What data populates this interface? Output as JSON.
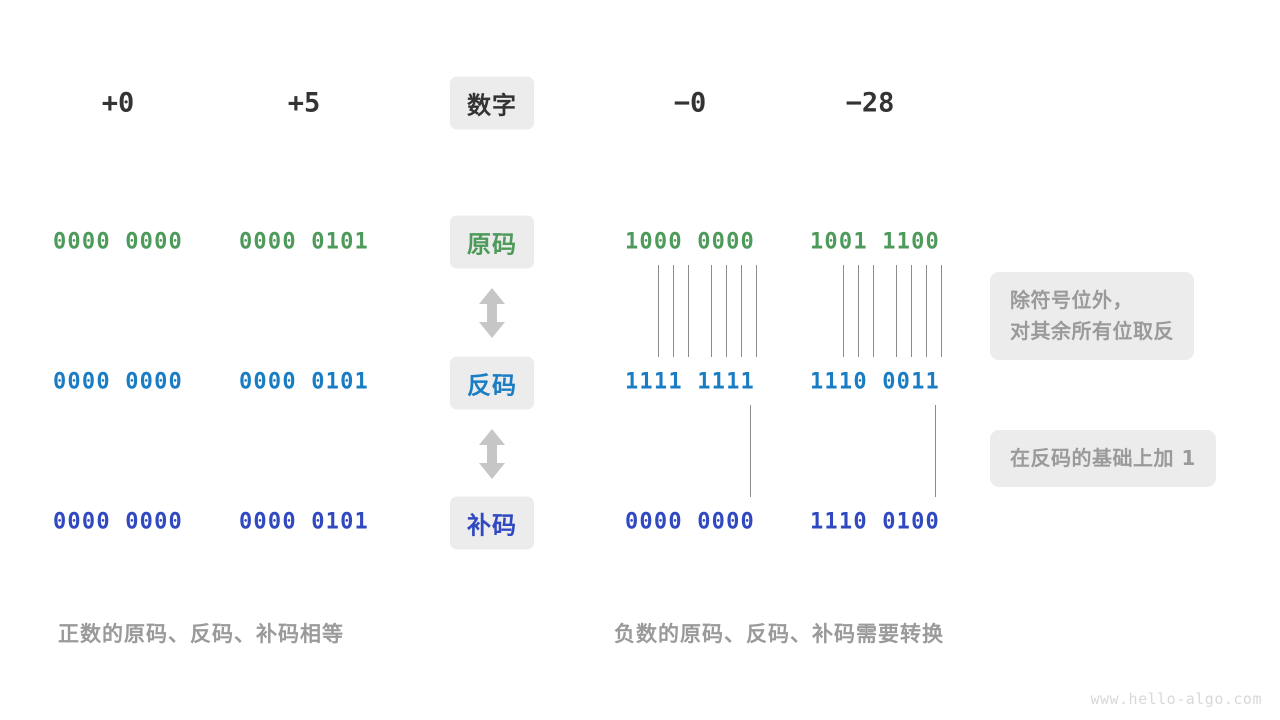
{
  "header": {
    "label_badge": "数字",
    "columns": [
      "+0",
      "+5",
      "−0",
      "−28"
    ]
  },
  "rows": [
    {
      "badge": "原码",
      "color": "#4d9a5a",
      "values": [
        "0000 0000",
        "0000 0101",
        "1000 0000",
        "1001 1100"
      ]
    },
    {
      "badge": "反码",
      "color": "#1a7dc4",
      "values": [
        "0000 0000",
        "0000 0101",
        "1111 1111",
        "1110 0011"
      ]
    },
    {
      "badge": "补码",
      "color": "#3049c0",
      "values": [
        "0000 0000",
        "0000 0101",
        "0000 0000",
        "1110 0100"
      ]
    }
  ],
  "notes": {
    "invert": "除符号位外，\n对其余所有位取反",
    "invert_line1": "除符号位外，",
    "invert_line2": "对其余所有位取反",
    "plus_one": "在反码的基础上加  1"
  },
  "captions": {
    "left": "正数的原码、反码、补码相等",
    "right": "负数的原码、反码、补码需要转换"
  },
  "watermark": "www.hello-algo.com",
  "icons": {
    "arrow_up_down": "arrow-up-down-icon"
  },
  "colors": {
    "background": "#ffffff",
    "badge_bg": "#ececec",
    "note_bg": "#ececec",
    "note_text": "#9a9a9a",
    "caption_text": "#9a9a9a",
    "header_text": "#333333",
    "true_code": "#4d9a5a",
    "ones_complement": "#1a7dc4",
    "twos_complement": "#3049c0",
    "tick_line": "#8c8c8c",
    "arrow": "#c6c6c6",
    "watermark": "#d8d8d8"
  }
}
